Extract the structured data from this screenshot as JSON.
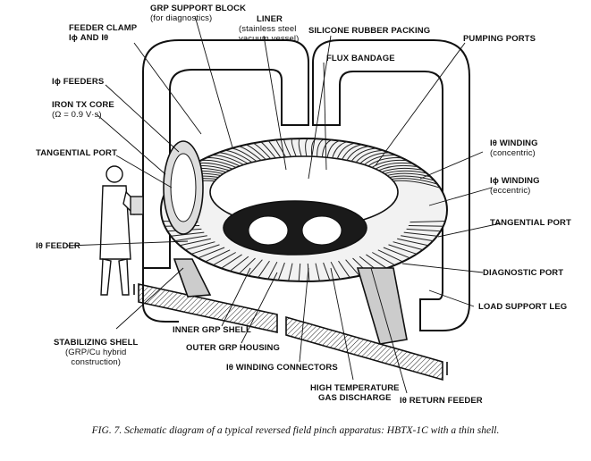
{
  "figure": {
    "caption": "FIG. 7.  Schematic diagram of a typical reversed field pinch apparatus: HBTX-1C with a thin shell."
  },
  "labels": {
    "feeder_clamp": [
      "FEEDER CLAMP",
      "Iϕ AND Iθ"
    ],
    "grp_support_block": [
      "GRP SUPPORT BLOCK",
      "(for diagnostics)"
    ],
    "liner": [
      "LINER",
      "(stainless steel",
      "vacuum vessel)"
    ],
    "silicone_rubber_packing": [
      "SILICONE RUBBER PACKING"
    ],
    "flux_bandage": [
      "FLUX BANDAGE"
    ],
    "pumping_ports": [
      "PUMPING PORTS"
    ],
    "i_phi_feeders": [
      "Iϕ FEEDERS"
    ],
    "iron_tx_core": [
      "IRON TX CORE",
      "(Ω = 0.9 V·s)"
    ],
    "tangential_port_left": [
      "TANGENTIAL PORT"
    ],
    "i_theta_winding_concentric": [
      "Iθ WINDING",
      "(concentric)"
    ],
    "i_phi_winding_eccentric": [
      "Iϕ WINDING",
      "(eccentric)"
    ],
    "tangential_port_right": [
      "TANGENTIAL PORT"
    ],
    "i_theta_feeder": [
      "Iθ FEEDER"
    ],
    "diagnostic_port": [
      "DIAGNOSTIC PORT"
    ],
    "load_support_leg": [
      "LOAD SUPPORT LEG"
    ],
    "stabilizing_shell": [
      "STABILIZING SHELL",
      "(GRP/Cu hybrid",
      "construction)"
    ],
    "inner_grp_shell": [
      "INNER GRP SHELL"
    ],
    "outer_grp_housing": [
      "OUTER GRP HOUSING"
    ],
    "i_theta_winding_connectors": [
      "Iθ WINDING CONNECTORS"
    ],
    "high_temperature_gas_discharge": [
      "HIGH TEMPERATURE",
      "GAS DISCHARGE"
    ],
    "i_theta_return_feeder": [
      "Iθ RETURN FEEDER"
    ]
  }
}
